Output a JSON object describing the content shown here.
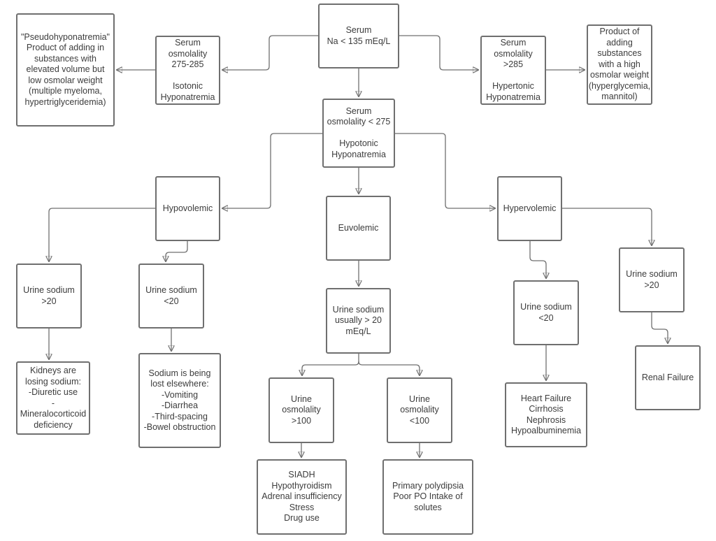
{
  "nodes": {
    "serum_na": "Serum\nNa < 135 mEq/L",
    "isotonic": "Serum\nosmolality\n275-285\n\nIsotonic\nHyponatremia",
    "pseudo": "\"Pseudohyponatremia\"\nProduct of adding in\nsubstances with\nelevated volume but\nlow osmolar weight\n(multiple myeloma,\nhypertriglyceridemia)",
    "hypertonic": "Serum\nosmolality\n>285\n\nHypertonic\nHyponatremia",
    "high_osmolar": "Product of\nadding\nsubstances\nwith a high\nosmolar weight\n(hyperglycemia,\nmannitol)",
    "hypotonic": "Serum\nosmolality < 275\n\nHypotonic\nHyponatremia",
    "hypovolemic": "Hypovolemic",
    "euvolemic": "Euvolemic",
    "hypervolemic": "Hypervolemic",
    "hypo_urine_gt20": "Urine sodium\n>20",
    "hypo_urine_lt20": "Urine sodium\n<20",
    "kidneys_losing": "Kidneys are\nlosing sodium:\n-Diuretic use\n-Mineralocorticoid\ndeficiency",
    "lost_elsewhere": "Sodium is being\nlost elsewhere:\n-Vomiting\n-Diarrhea\n-Third-spacing\n-Bowel obstruction",
    "eu_urine": "Urine sodium\nusually > 20\nmEq/L",
    "osm_gt100": "Urine\nosmolality\n>100",
    "osm_lt100": "Urine\nosmolality\n<100",
    "siadh": "SIADH\nHypothyroidism\nAdrenal insufficiency\nStress\nDrug use",
    "polydipsia": "Primary polydipsia\nPoor PO Intake of\nsolutes",
    "hyper_urine_lt20": "Urine sodium\n<20",
    "hyper_urine_gt20": "Urine sodium\n>20",
    "heart_failure": "Heart Failure\nCirrhosis\nNephrosis\nHypoalbuminemia",
    "renal_failure": "Renal Failure"
  },
  "colors": {
    "border": "#6f6f6f",
    "text": "#3c3c3c",
    "background": "#ffffff"
  }
}
